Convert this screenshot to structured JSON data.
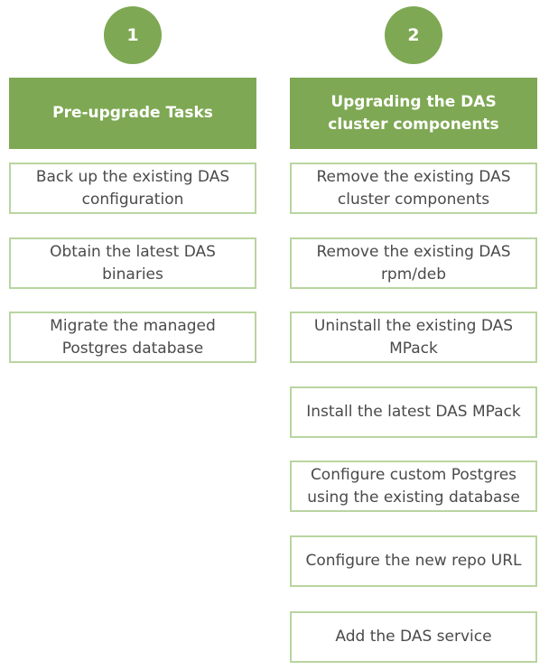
{
  "columns": [
    {
      "number": "1",
      "header": "Pre-upgrade Tasks",
      "steps": [
        "Back up the existing DAS configuration",
        "Obtain the latest DAS binaries",
        "Migrate the managed Postgres database"
      ]
    },
    {
      "number": "2",
      "header": "Upgrading the DAS cluster components",
      "steps": [
        "Remove the existing DAS cluster components",
        "Remove the existing DAS rpm/deb",
        "Uninstall the existing DAS MPack",
        "Install the latest DAS MPack",
        "Configure custom Postgres using the existing database",
        "Configure the new repo URL",
        "Add the DAS service"
      ]
    }
  ],
  "colors": {
    "accent": "#7ea853",
    "box_border": "#b9d5a0",
    "text": "#4a4a4a"
  }
}
